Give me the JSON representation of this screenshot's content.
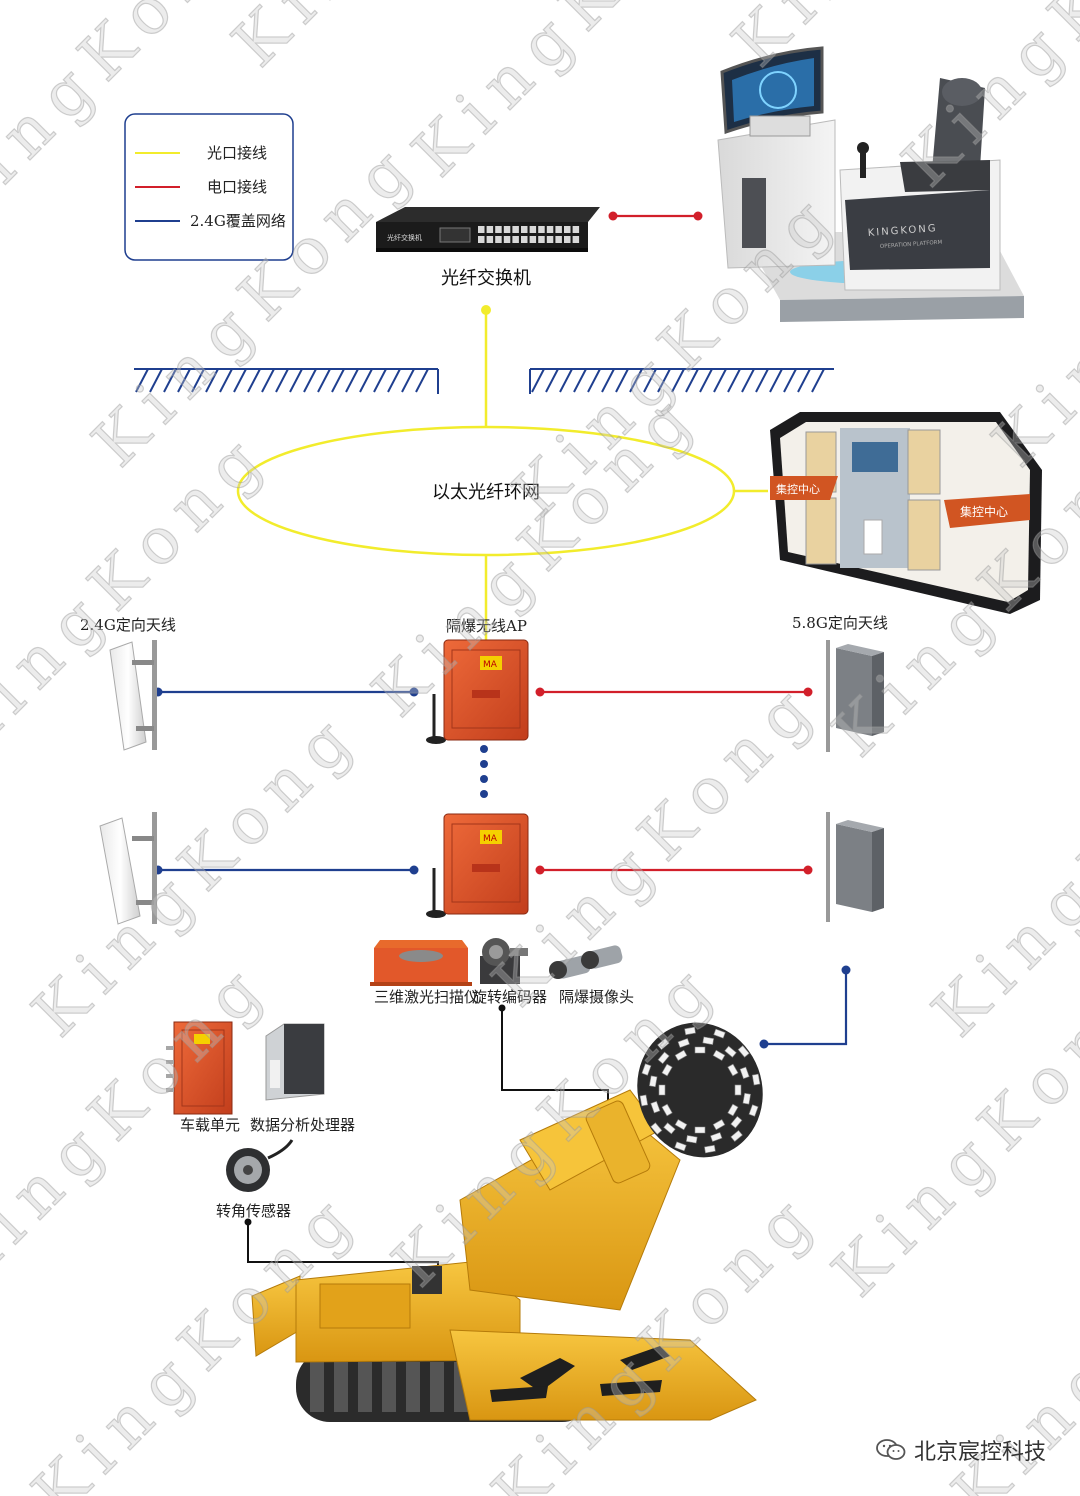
{
  "legend": {
    "items": [
      {
        "label": "光口接线",
        "color": "#f2ec2c"
      },
      {
        "label": "电口接线",
        "color": "#d21f2a"
      },
      {
        "label": "2.4G覆盖网络",
        "color": "#1f3f8f"
      }
    ]
  },
  "nodes": {
    "fiber_switch": "光纤交换机",
    "switch_panel_text": "光纤交换机",
    "ring": "以太光纤环网",
    "ap": "隔爆无线AP",
    "antenna_24": "2.4G定向天线",
    "antenna_58": "5.8G定向天线",
    "scanner": "三维激光扫描仪",
    "encoder": "旋转编码器",
    "camera": "隔爆摄像头",
    "vehicle_unit": "车载单元",
    "processor": "数据分析处理器",
    "angle_sensor": "转角传感器",
    "console_brand": "KINGKONG",
    "console_sub": "OPERATION PLATFORM",
    "cabin_sign": "集控中心",
    "ma_badge": "MA"
  },
  "watermark": "KingKong",
  "footer": {
    "brand": "北京宸控科技",
    "icon": "wechat-icon"
  },
  "colors": {
    "fiber": "#f2ec2c",
    "electric": "#d21f2a",
    "wireless": "#1f3f8f",
    "machine": "#f2b21c",
    "ap_box": "#e0502a"
  }
}
